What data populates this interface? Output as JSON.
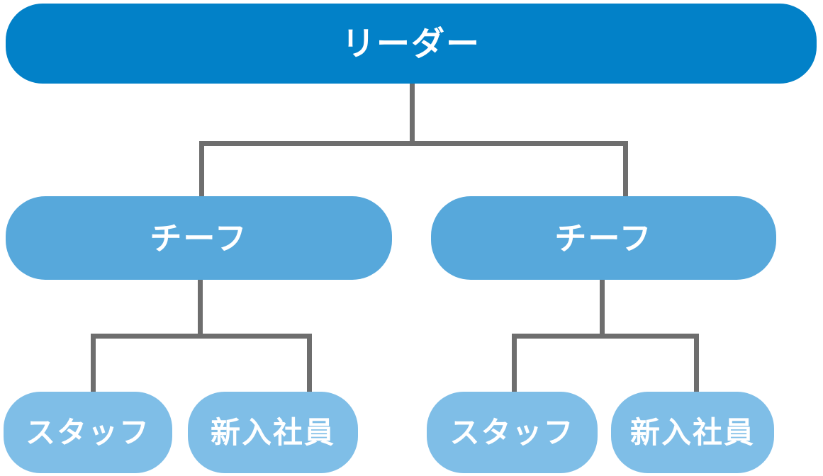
{
  "colors": {
    "leader_fill": "#0281C8",
    "chief_fill": "#57A8DB",
    "staff_fill": "#7FBEE7",
    "connector": "#6E6E6E",
    "node_text": "#FFFFFF",
    "background": "#FFFFFF"
  },
  "org_chart": {
    "leader": {
      "label": "リーダー"
    },
    "chiefs": [
      {
        "label": "チーフ"
      },
      {
        "label": "チーフ"
      }
    ],
    "staff": [
      {
        "label": "スタッフ"
      },
      {
        "label": "新入社員"
      },
      {
        "label": "スタッフ"
      },
      {
        "label": "新入社員"
      }
    ]
  }
}
